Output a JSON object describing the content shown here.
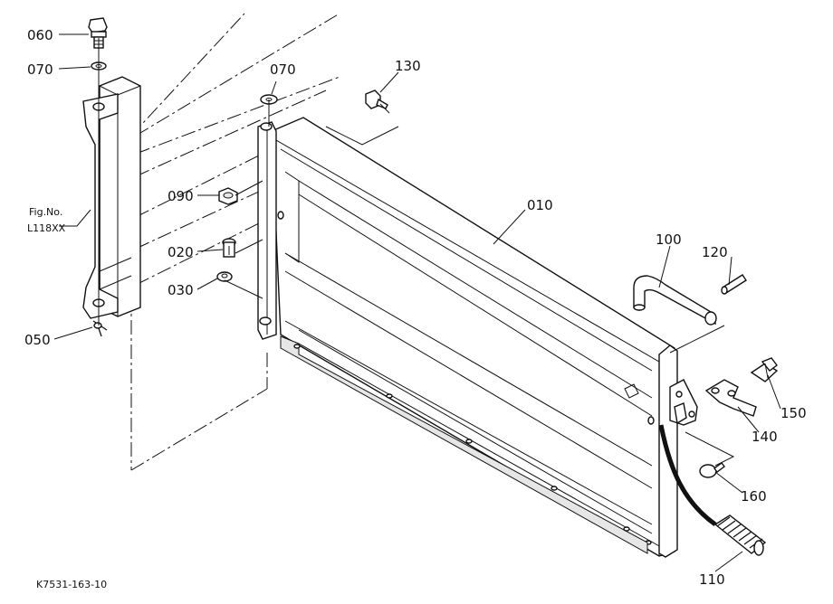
{
  "callouts": {
    "p060": "060",
    "p070a": "070",
    "p070b": "070",
    "p130": "130",
    "p090": "090",
    "p010": "010",
    "p020": "020",
    "p030": "030",
    "p100": "100",
    "p120": "120",
    "p050": "050",
    "p150": "150",
    "p140": "140",
    "p160": "160",
    "p110": "110"
  },
  "figref": {
    "line1": "Fig.No.",
    "line2": "L118XX"
  },
  "drawing_id": "K7531-163-10"
}
